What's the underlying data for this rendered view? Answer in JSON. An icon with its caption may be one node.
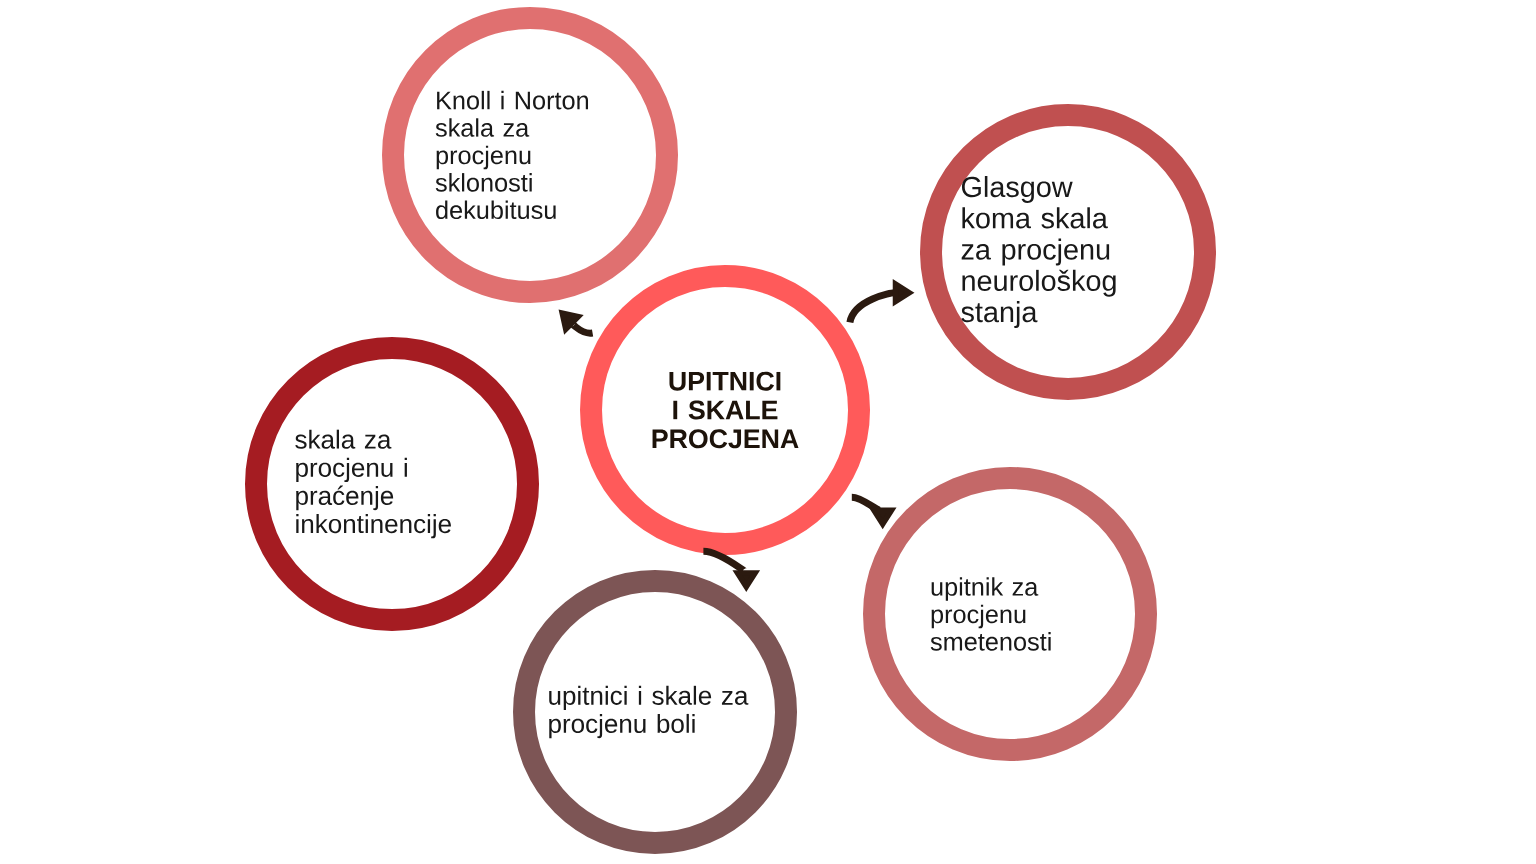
{
  "diagram": {
    "nodes": [
      {
        "text": [
          "UPITNICI I SKALE PROCJENA"
        ]
      },
      {
        "text": [
          "Knoll i Norton skala za procjenu sklonosti dekubitusu"
        ]
      },
      {
        "text": [
          "Glasgow koma skala za procjenu neurološkog stanja"
        ]
      },
      {
        "text": [
          "skala za procjenu i praćenje inkontinencije"
        ]
      },
      {
        "text": [
          "upitnik za procjenu smetenosti"
        ]
      },
      {
        "text": [
          "upitnici i skale za procjenu boli"
        ]
      }
    ],
    "edges": [
      {
        "from": 0,
        "to": 1,
        "arrow": "to"
      },
      {
        "from": 0,
        "to": 2,
        "arrow": "to"
      },
      {
        "from": 0,
        "to": 4,
        "arrow": "to"
      },
      {
        "from": 0,
        "to": 5,
        "arrow": "to"
      }
    ]
  }
}
